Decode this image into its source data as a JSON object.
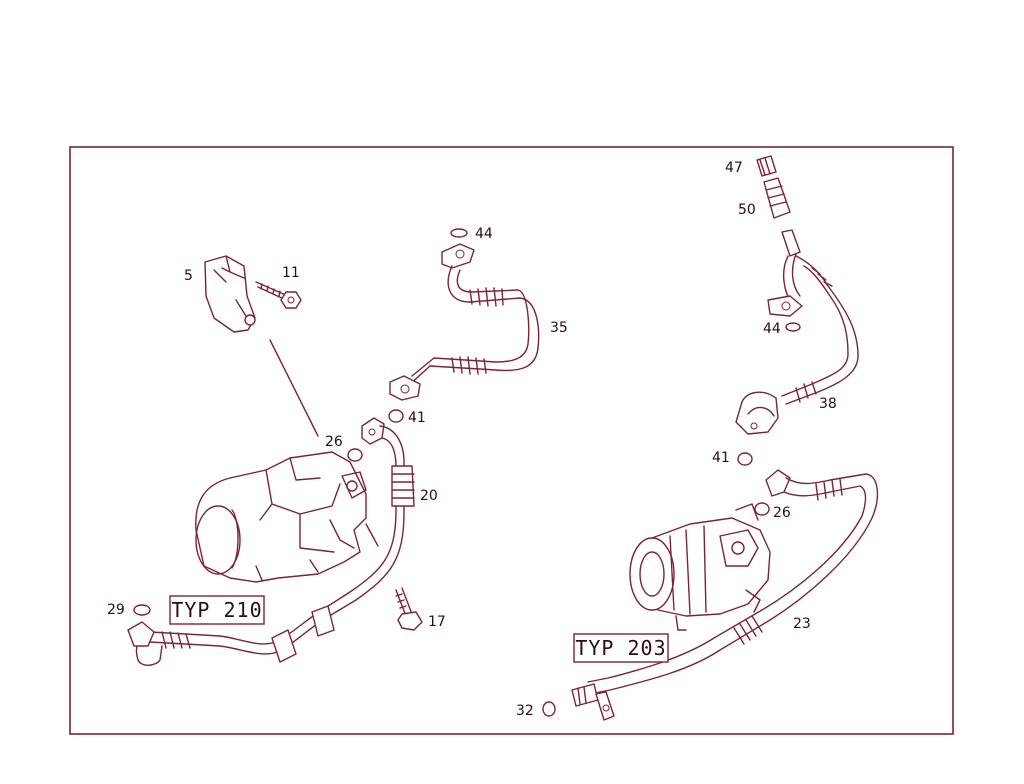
{
  "diagram": {
    "type_labels": {
      "typ210": "TYP 210",
      "typ203": "TYP 203"
    },
    "callouts": {
      "c5": "5",
      "c11": "11",
      "c44a": "44",
      "c35": "35",
      "c41a": "41",
      "c26a": "26",
      "c20": "20",
      "c17": "17",
      "c29": "29",
      "c47": "47",
      "c50": "50",
      "c44b": "44",
      "c38": "38",
      "c41b": "41",
      "c26b": "26",
      "c23": "23",
      "c32": "32"
    }
  },
  "colors": {
    "line": "#7a2436",
    "frame": "#7a2436",
    "text": "#2a0c14",
    "background": "#ffffff"
  }
}
